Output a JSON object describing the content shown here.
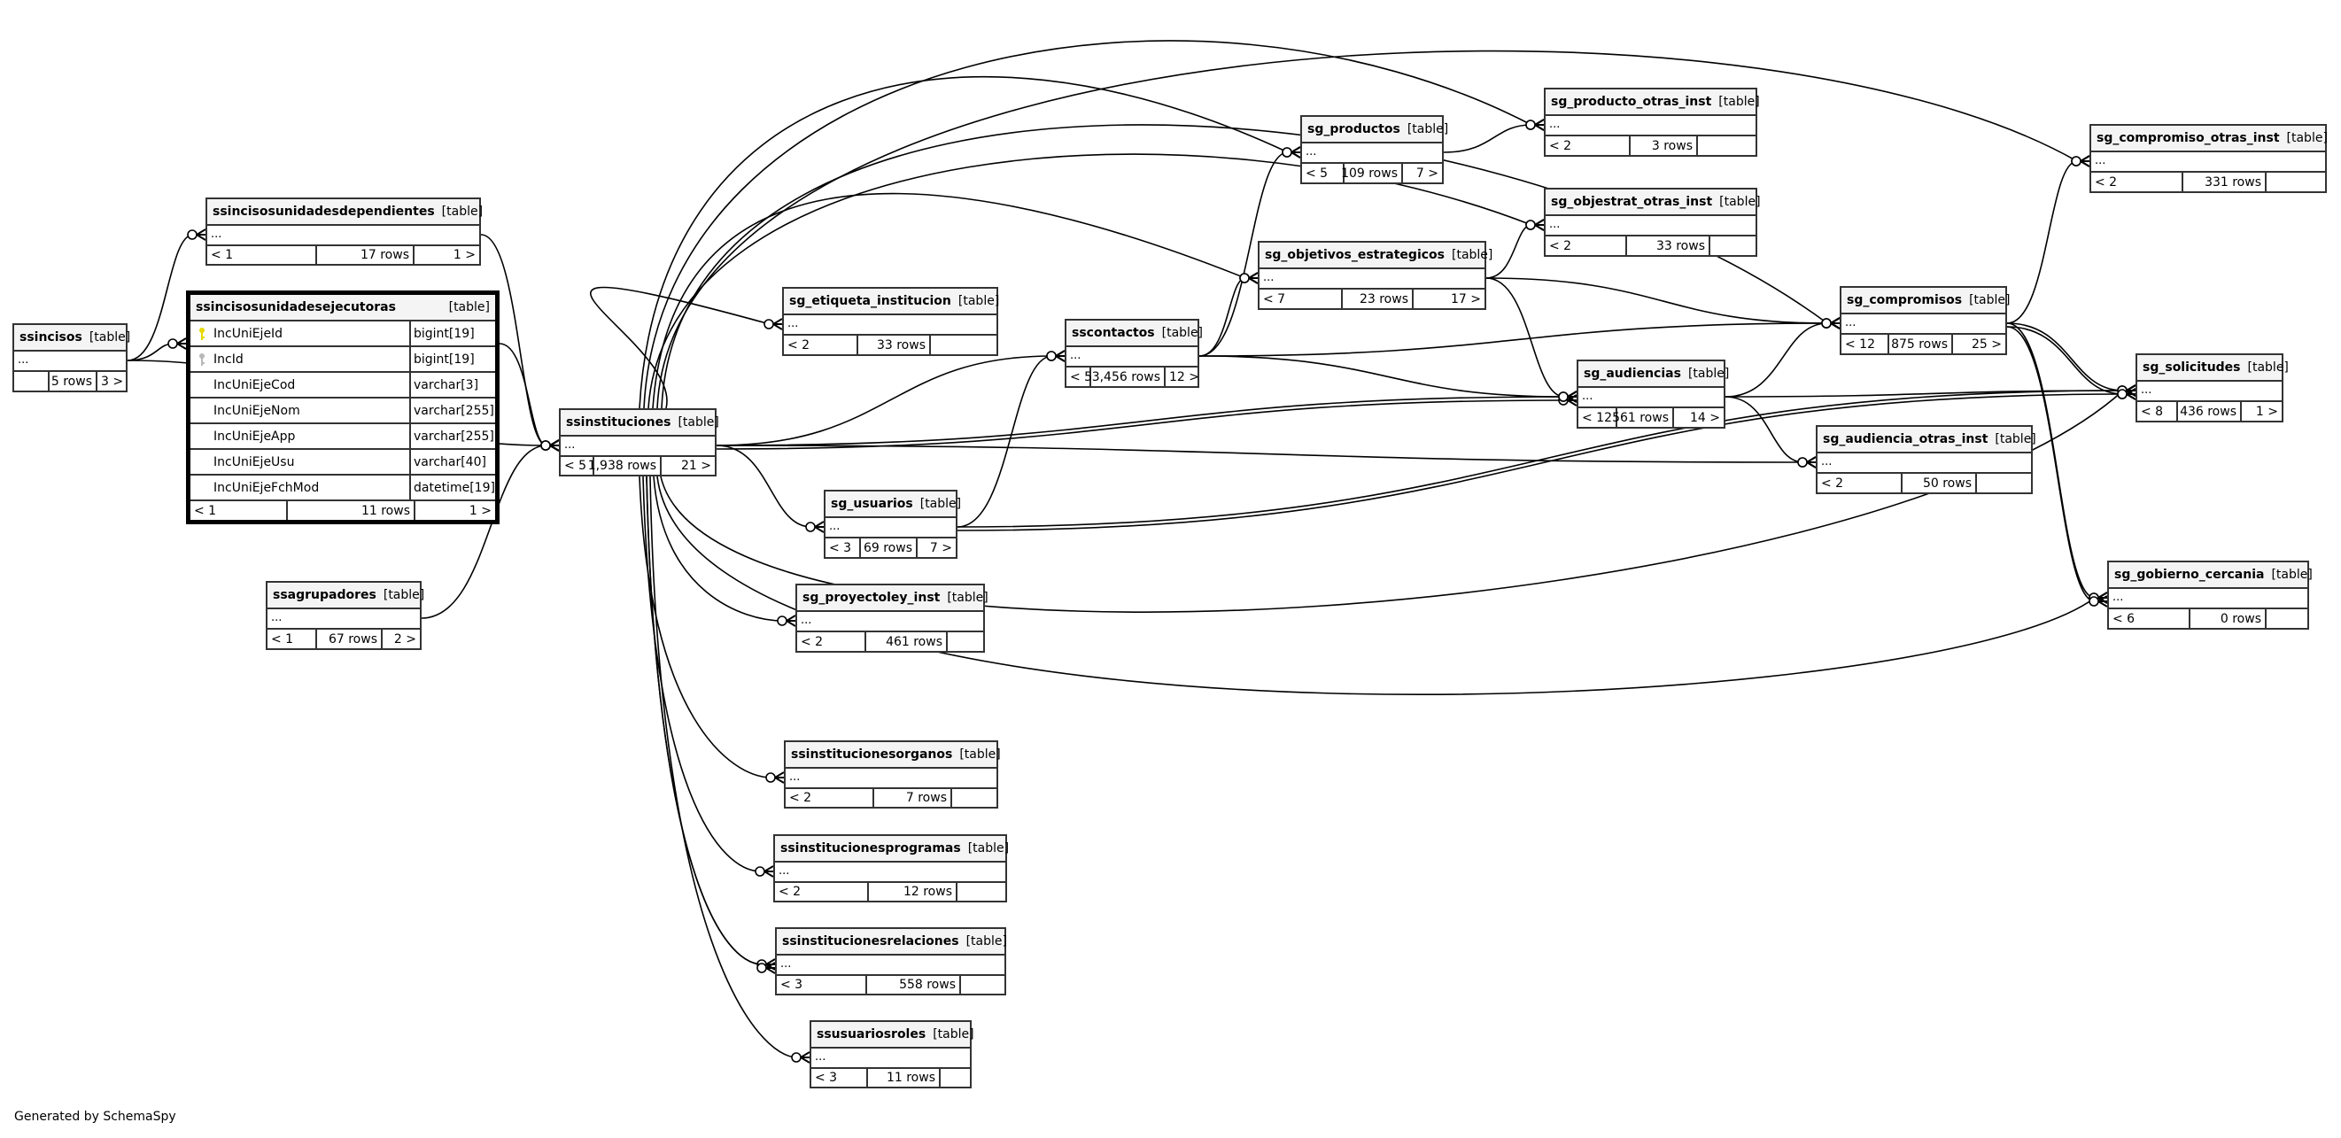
{
  "footer": "Generated by SchemaSpy",
  "kind_label": "[table]",
  "dots": "...",
  "tables": {
    "ssincisos": {
      "name": "ssincisos",
      "parents": "",
      "rows": "5 rows",
      "children": "3 >"
    },
    "ssincisosunidadesdependientes": {
      "name": "ssincisosunidadesdependientes",
      "parents": "< 1",
      "rows": "17 rows",
      "children": "1 >"
    },
    "ssincisosunidadesejecutoras": {
      "name": "ssincisosunidadesejecutoras",
      "parents": "< 1",
      "rows": "11 rows",
      "children": "1 >",
      "columns": [
        {
          "name": "IncUniEjeId",
          "type": "bigint[19]",
          "key": "primary"
        },
        {
          "name": "IncId",
          "type": "bigint[19]",
          "key": "foreign"
        },
        {
          "name": "IncUniEjeCod",
          "type": "varchar[3]",
          "key": ""
        },
        {
          "name": "IncUniEjeNom",
          "type": "varchar[255]",
          "key": ""
        },
        {
          "name": "IncUniEjeApp",
          "type": "varchar[255]",
          "key": ""
        },
        {
          "name": "IncUniEjeUsu",
          "type": "varchar[40]",
          "key": ""
        },
        {
          "name": "IncUniEjeFchMod",
          "type": "datetime[19]",
          "key": ""
        }
      ]
    },
    "ssagrupadores": {
      "name": "ssagrupadores",
      "parents": "< 1",
      "rows": "67 rows",
      "children": "2 >"
    },
    "ssinstituciones": {
      "name": "ssinstituciones",
      "parents": "< 5",
      "rows": "1,938 rows",
      "children": "21 >"
    },
    "sg_etiqueta_institucion": {
      "name": "sg_etiqueta_institucion",
      "parents": "< 2",
      "rows": "33 rows",
      "children": ""
    },
    "sscontactos": {
      "name": "sscontactos",
      "parents": "< 5",
      "rows": "3,456 rows",
      "children": "12 >"
    },
    "sg_usuarios": {
      "name": "sg_usuarios",
      "parents": "< 3",
      "rows": "69 rows",
      "children": "7 >"
    },
    "sg_proyectoley_inst": {
      "name": "sg_proyectoley_inst",
      "parents": "< 2",
      "rows": "461 rows",
      "children": ""
    },
    "ssinstitucionesorganos": {
      "name": "ssinstitucionesorganos",
      "parents": "< 2",
      "rows": "7 rows",
      "children": ""
    },
    "ssinstitucionesprogramas": {
      "name": "ssinstitucionesprogramas",
      "parents": "< 2",
      "rows": "12 rows",
      "children": ""
    },
    "ssinstitucionesrelaciones": {
      "name": "ssinstitucionesrelaciones",
      "parents": "< 3",
      "rows": "558 rows",
      "children": ""
    },
    "ssusuariosroles": {
      "name": "ssusuariosroles",
      "parents": "< 3",
      "rows": "11 rows",
      "children": ""
    },
    "sg_productos": {
      "name": "sg_productos",
      "parents": "< 5",
      "rows": "109 rows",
      "children": "7 >"
    },
    "sg_producto_otras_inst": {
      "name": "sg_producto_otras_inst",
      "parents": "< 2",
      "rows": "3 rows",
      "children": ""
    },
    "sg_objestrat_otras_inst": {
      "name": "sg_objestrat_otras_inst",
      "parents": "< 2",
      "rows": "33 rows",
      "children": ""
    },
    "sg_objetivos_estrategicos": {
      "name": "sg_objetivos_estrategicos",
      "parents": "< 7",
      "rows": "23 rows",
      "children": "17 >"
    },
    "sg_audiencias": {
      "name": "sg_audiencias",
      "parents": "< 12",
      "rows": "561 rows",
      "children": "14 >"
    },
    "sg_audiencia_otras_inst": {
      "name": "sg_audiencia_otras_inst",
      "parents": "< 2",
      "rows": "50 rows",
      "children": ""
    },
    "sg_compromisos": {
      "name": "sg_compromisos",
      "parents": "< 12",
      "rows": "875 rows",
      "children": "25 >"
    },
    "sg_compromiso_otras_inst": {
      "name": "sg_compromiso_otras_inst",
      "parents": "< 2",
      "rows": "331 rows",
      "children": ""
    },
    "sg_solicitudes": {
      "name": "sg_solicitudes",
      "parents": "< 8",
      "rows": "436 rows",
      "children": "1 >"
    },
    "sg_gobierno_cercania": {
      "name": "sg_gobierno_cercania",
      "parents": "< 6",
      "rows": "0 rows",
      "children": ""
    }
  },
  "relationships": [
    {
      "parent": "ssincisos",
      "child": "ssincisosunidadesdependientes"
    },
    {
      "parent": "ssincisos",
      "child": "ssincisosunidadesejecutoras"
    },
    {
      "parent": "ssincisos",
      "child": "ssinstituciones"
    },
    {
      "parent": "ssincisosunidadesdependientes",
      "child": "ssinstituciones"
    },
    {
      "parent": "ssincisosunidadesejecutoras",
      "child": "ssinstituciones"
    },
    {
      "parent": "ssagrupadores",
      "child": "ssinstituciones"
    },
    {
      "parent": "ssinstituciones",
      "child": "sg_etiqueta_institucion"
    },
    {
      "parent": "ssinstituciones",
      "child": "sscontactos"
    },
    {
      "parent": "ssinstituciones",
      "child": "sg_usuarios"
    },
    {
      "parent": "ssinstituciones",
      "child": "sg_proyectoley_inst"
    },
    {
      "parent": "ssinstituciones",
      "child": "ssinstitucionesorganos"
    },
    {
      "parent": "ssinstituciones",
      "child": "ssinstitucionesprogramas"
    },
    {
      "parent": "ssinstituciones",
      "child": "ssinstitucionesrelaciones"
    },
    {
      "parent": "ssinstituciones",
      "child": "ssinstitucionesrelaciones"
    },
    {
      "parent": "ssinstituciones",
      "child": "ssusuariosroles"
    },
    {
      "parent": "ssinstituciones",
      "child": "sg_productos"
    },
    {
      "parent": "ssinstituciones",
      "child": "sg_producto_otras_inst"
    },
    {
      "parent": "ssinstituciones",
      "child": "sg_objestrat_otras_inst"
    },
    {
      "parent": "ssinstituciones",
      "child": "sg_objetivos_estrategicos"
    },
    {
      "parent": "ssinstituciones",
      "child": "sg_compromiso_otras_inst"
    },
    {
      "parent": "ssinstituciones",
      "child": "sg_compromisos"
    },
    {
      "parent": "ssinstituciones",
      "child": "sg_audiencias"
    },
    {
      "parent": "ssinstituciones",
      "child": "sg_audiencias"
    },
    {
      "parent": "ssinstituciones",
      "child": "sg_audiencia_otras_inst"
    },
    {
      "parent": "ssinstituciones",
      "child": "sg_solicitudes"
    },
    {
      "parent": "ssinstituciones",
      "child": "sg_gobierno_cercania"
    },
    {
      "parent": "sscontactos",
      "child": "sg_productos"
    },
    {
      "parent": "sscontactos",
      "child": "sg_objetivos_estrategicos"
    },
    {
      "parent": "sscontactos",
      "child": "sg_compromisos"
    },
    {
      "parent": "sscontactos",
      "child": "sg_audiencias"
    },
    {
      "parent": "sg_usuarios",
      "child": "sscontactos"
    },
    {
      "parent": "sg_usuarios",
      "child": "sg_solicitudes"
    },
    {
      "parent": "sg_usuarios",
      "child": "sg_solicitudes"
    },
    {
      "parent": "sg_productos",
      "child": "sg_producto_otras_inst"
    },
    {
      "parent": "sg_objetivos_estrategicos",
      "child": "sg_objestrat_otras_inst"
    },
    {
      "parent": "sg_objetivos_estrategicos",
      "child": "sg_compromisos"
    },
    {
      "parent": "sg_objetivos_estrategicos",
      "child": "sg_audiencias"
    },
    {
      "parent": "sg_audiencias",
      "child": "sg_compromisos"
    },
    {
      "parent": "sg_audiencias",
      "child": "sg_solicitudes"
    },
    {
      "parent": "sg_audiencias",
      "child": "sg_audiencia_otras_inst"
    },
    {
      "parent": "sg_compromisos",
      "child": "sg_compromiso_otras_inst"
    },
    {
      "parent": "sg_compromisos",
      "child": "sg_solicitudes"
    },
    {
      "parent": "sg_compromisos",
      "child": "sg_solicitudes"
    },
    {
      "parent": "sg_compromisos",
      "child": "sg_gobierno_cercania"
    },
    {
      "parent": "sg_compromisos",
      "child": "sg_gobierno_cercania"
    }
  ]
}
